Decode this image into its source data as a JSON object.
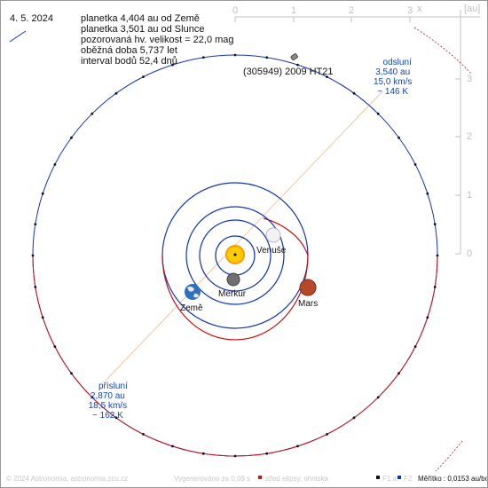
{
  "date": "4. 5. 2024",
  "info_lines": [
    "planetka 4,404 au od Země",
    "planetka 3,501 au od Slunce",
    "pozorovaná hv. velikost = 22,0 mag",
    "oběžná doba 5,737 let",
    "interval bodů 52,4 dnů"
  ],
  "asteroid_label": "(305949) 2009 HT21",
  "aphelion": {
    "title": "odsluní",
    "distance": "3,540 au",
    "speed": "15,0 km/s",
    "temp": "~ 146 K"
  },
  "perihelion": {
    "title": "přísluní",
    "distance": "2,870 au",
    "speed": "18,5 km/s",
    "temp": "~ 162 K"
  },
  "planets": {
    "venus": "Venuše",
    "earth": "Země",
    "mercury": "Merkur",
    "mars": "Mars"
  },
  "axis": {
    "top_ticks": [
      "0",
      "1",
      "2",
      "3"
    ],
    "x_label": "x",
    "unit_label": "[au]",
    "right_ticks": [
      "3",
      "2",
      "1",
      "0"
    ]
  },
  "footer": {
    "copyright": "© 2024 Astronomia, astronomia.zcu.cz",
    "generated": "Vygenerováno za 0,09 s",
    "legend_center": "střed elipsy, ohniska",
    "legend_f1": "F1 a",
    "legend_f2": "F2",
    "scale": "Měřítko : 0,0153 au/bod"
  },
  "colors": {
    "orbit_blue": "#1133bb",
    "orbit_red": "#cc1111",
    "apsides_line": "#f0c8a0",
    "text_blue": "#1144cc"
  },
  "icons": {
    "sun": "sun-icon",
    "asteroid": "asteroid-icon",
    "earth": "earth-icon",
    "mars": "mars-icon",
    "mercury": "mercury-icon",
    "venus": "venus-icon"
  }
}
